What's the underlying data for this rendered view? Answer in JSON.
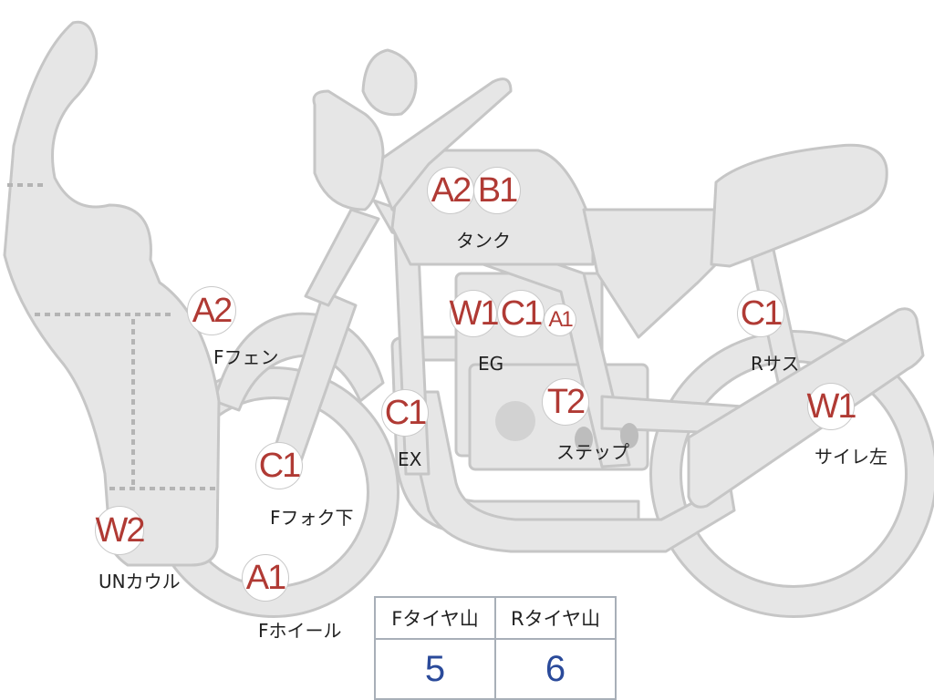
{
  "colors": {
    "body_fill": "#e6e6e6",
    "body_stroke": "#c6c6c6",
    "marker_text": "#b03a34",
    "value_text": "#2a4a9a"
  },
  "markers": {
    "tank_a": "A2",
    "tank_b": "B1",
    "fender": "A2",
    "eg_w": "W1",
    "eg_c": "C1",
    "eg_a": "A1",
    "rear_sus": "C1",
    "exhaust": "C1",
    "step": "T2",
    "muffler": "W1",
    "fork": "C1",
    "cowl": "W2",
    "wheel": "A1"
  },
  "labels": {
    "tank": "タンク",
    "fender": "Fフェン",
    "eg": "EG",
    "rear_sus": "Rサス",
    "exhaust": "EX",
    "step": "ステップ",
    "muffler": "サイレ左",
    "fork": "Fフォク下",
    "cowl": "UNカウル",
    "wheel": "Fホイール"
  },
  "tire_table": {
    "front_header": "Fタイヤ山",
    "rear_header": "Rタイヤ山",
    "front_value": "5",
    "rear_value": "6"
  }
}
